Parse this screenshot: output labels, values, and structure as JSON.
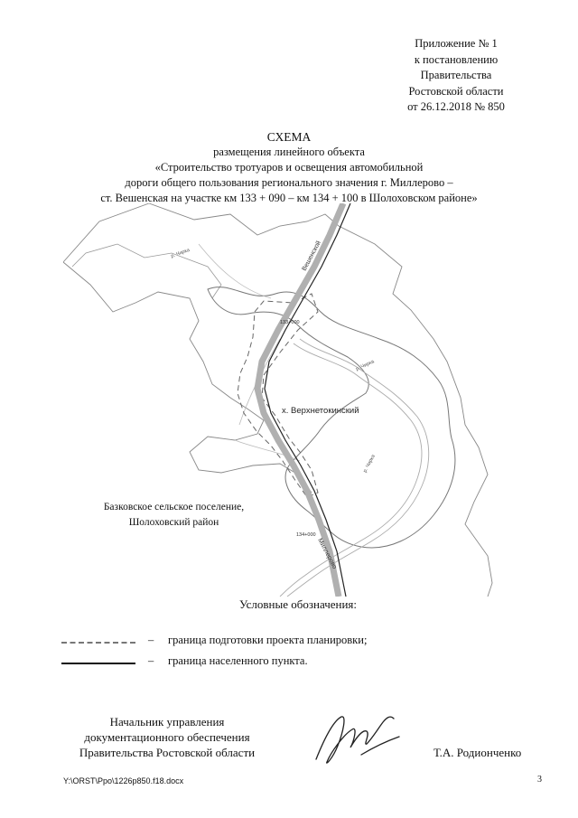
{
  "appendix": {
    "lines": [
      "Приложение № 1",
      "к постановлению",
      "Правительства",
      "Ростовской области",
      "от 26.12.2018 № 850"
    ]
  },
  "schema": {
    "title": "СХЕМА",
    "lines": [
      "размещения линейного объекта",
      "«Строительство тротуаров и освещения автомобильной",
      "дороги общего пользования регионального значения г. Миллерово –",
      "ст. Вешенская на участке км 133 + 090 – км 134 + 100 в Шолоховском районе»"
    ]
  },
  "map": {
    "settlement_label": "х. Верхнетокинский",
    "road_label_north": "Вешенской",
    "road_label_south": "Миллерово",
    "km_marker_north": "133+000",
    "km_marker_south": "134+000",
    "river_label_west": "р. Чирка",
    "river_label_center": "р. Чирка",
    "river_label_south": "р. Чирка",
    "area_label_lines": [
      "Базковское сельское поселение,",
      "Шолоховский район"
    ]
  },
  "legend": {
    "title": "Условные обозначения:",
    "items": [
      {
        "dash": "–",
        "label": "граница подготовки проекта планировки;"
      },
      {
        "dash": "–",
        "label": "граница населенного пункта."
      }
    ]
  },
  "signature_block": {
    "position_lines": [
      "Начальник управления",
      "документационного обеспечения",
      "Правительства Ростовской области"
    ],
    "name": "Т.А. Родионченко"
  },
  "footer": {
    "file_path": "Y:\\ORST\\Ppo\\1226p850.f18.docx",
    "page_number": "3"
  }
}
